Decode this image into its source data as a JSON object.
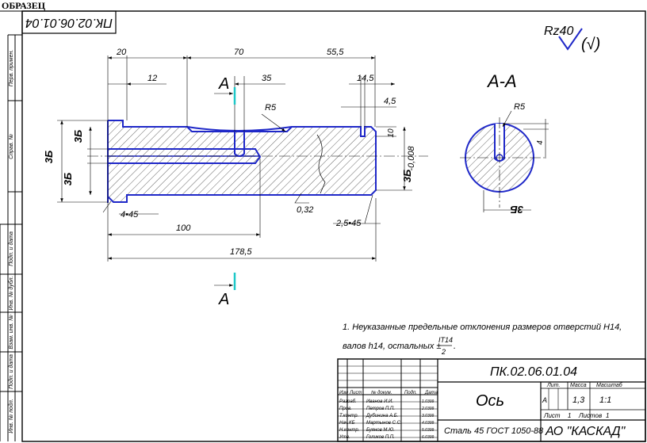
{
  "header": {
    "sample_label": "ОБРАЗЕЦ",
    "doc_code_rotated": "ПК.02.06.01.04"
  },
  "roughness": {
    "general": "Rz40",
    "note": "(√)"
  },
  "section": {
    "title": "А-А",
    "cut_label": "А",
    "radius": "R5",
    "depth": "4",
    "marker": "3Б"
  },
  "dimensions": {
    "d20": "20",
    "d70": "70",
    "d55_5": "55,5",
    "d12": "12",
    "d35": "35",
    "d14_5": "14,5",
    "d4_5": "4,5",
    "d10": "10",
    "r5": "R5",
    "dia_main": "-0,008",
    "chamfer1": "4•45",
    "d100": "100",
    "rough": "0,32",
    "chamfer2": "2,5•45",
    "d178_5": "178,5",
    "markers": [
      "3Б",
      "3Б",
      "3Б",
      "3Б"
    ]
  },
  "notes": {
    "line1": "1. Неуказанные предельные отклонения размеров отверстий Н14,",
    "line2": "валов h14, остальных ±",
    "frac_num": "IT14",
    "frac_den": "2"
  },
  "left_strip": [
    "Перв. примен.",
    "Справ. №",
    "Подп. и дата",
    "Инв. № дубл.",
    "Взам. инв. №",
    "Подп. и дата",
    "Инв. № подл."
  ],
  "title_block": {
    "code": "ПК.02.06.01.04",
    "name": "Ось",
    "material": "Сталь 45 ГОСТ 1050-88",
    "company": "АО \"КАСКАД\"",
    "head": [
      "Изм",
      "Лист",
      "№ докум.",
      "Подп.",
      "Дата"
    ],
    "rows": [
      {
        "role": "Разраб.",
        "name": "Иванов И.И.",
        "date": "1.0399"
      },
      {
        "role": "Пров.",
        "name": "Петров П.П.",
        "date": "2.0399"
      },
      {
        "role": "Т.контр.",
        "name": "Дубинина А.Б.",
        "date": "3.0399"
      },
      {
        "role": "Нач.КБ",
        "name": "Мартынов С.С.",
        "date": "4.0399"
      },
      {
        "role": "Н.контр.",
        "name": "Буянов М.Ю.",
        "date": "5.0399"
      },
      {
        "role": "Утв.",
        "name": "Голиков П.П.",
        "date": "6.0399"
      }
    ],
    "lit_label": "Лит.",
    "mass_label": "Масса",
    "scale_label": "Масштаб",
    "lit": "А",
    "mass": "1,3",
    "scale": "1:1",
    "sheet_label": "Лист",
    "sheet_num": "1",
    "sheets_label": "Листов",
    "sheets_num": "1"
  }
}
